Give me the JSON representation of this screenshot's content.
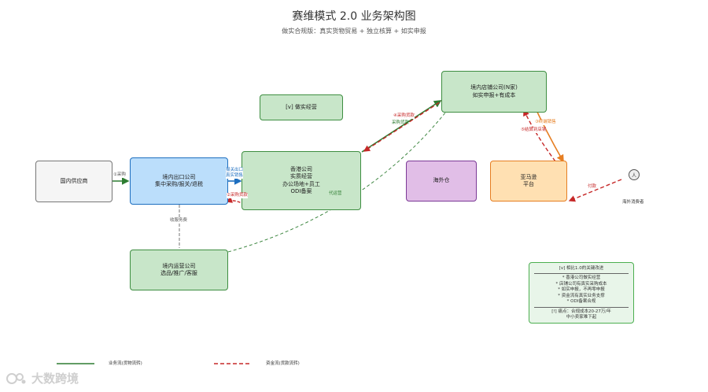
{
  "title": "赛维模式 2.0 业务架构图",
  "subtitle": "做实合规版：真实货物贸易 + 独立核算 + 如实申报",
  "nodes": {
    "domestic_supplier": "国内供应商",
    "export_company": [
      "境内出口公司",
      "集中采购/报关/退税"
    ],
    "hk_company": [
      "香港公司",
      "实质经营",
      "办公场地+员工",
      "ODI备案"
    ],
    "hk_agent_tag": "代运营",
    "substantive_tag": "[v] 做实经营",
    "store_company": [
      "境内店铺公司(N家)",
      "如实申报+有成本"
    ],
    "overseas_warehouse": "海外仓",
    "amazon": [
      "亚马逊",
      "平台"
    ],
    "ops_company": [
      "境内运营公司",
      "选品/推广/客服"
    ],
    "consumer_icon": "人",
    "consumer_label": "海外消费者"
  },
  "edge_labels": {
    "purchase": "①采购",
    "customs": [
      "报关出口",
      "真实销售"
    ],
    "purchase_payment": "②采购货款",
    "service_fee": "收服务费",
    "store_purchase_payment": "④采购货款",
    "store_purchase_payment_sub": "采购货款",
    "entrusted_sales": "③终端销售",
    "settlement": "⑤结算到店铺",
    "payment": "付款"
  },
  "note": {
    "heading": "[v] 相比1.0的关键改进",
    "items": [
      "* 香港公司做实经营",
      "* 店铺公司有真实采购成本",
      "* 如实申报，不再零申报",
      "* 资金流有真实业务支撑",
      "* ODI备案合规"
    ],
    "drawback": [
      "[!] 痛点：合规成本20-27万/年",
      "中小卖家难下起"
    ]
  },
  "legend": {
    "business_flow": "业务流(货物流转)",
    "fund_flow": "资金流(货款流转)",
    "business_color": "#2e7d32",
    "fund_color": "#c62828"
  },
  "watermark": "大数跨境"
}
